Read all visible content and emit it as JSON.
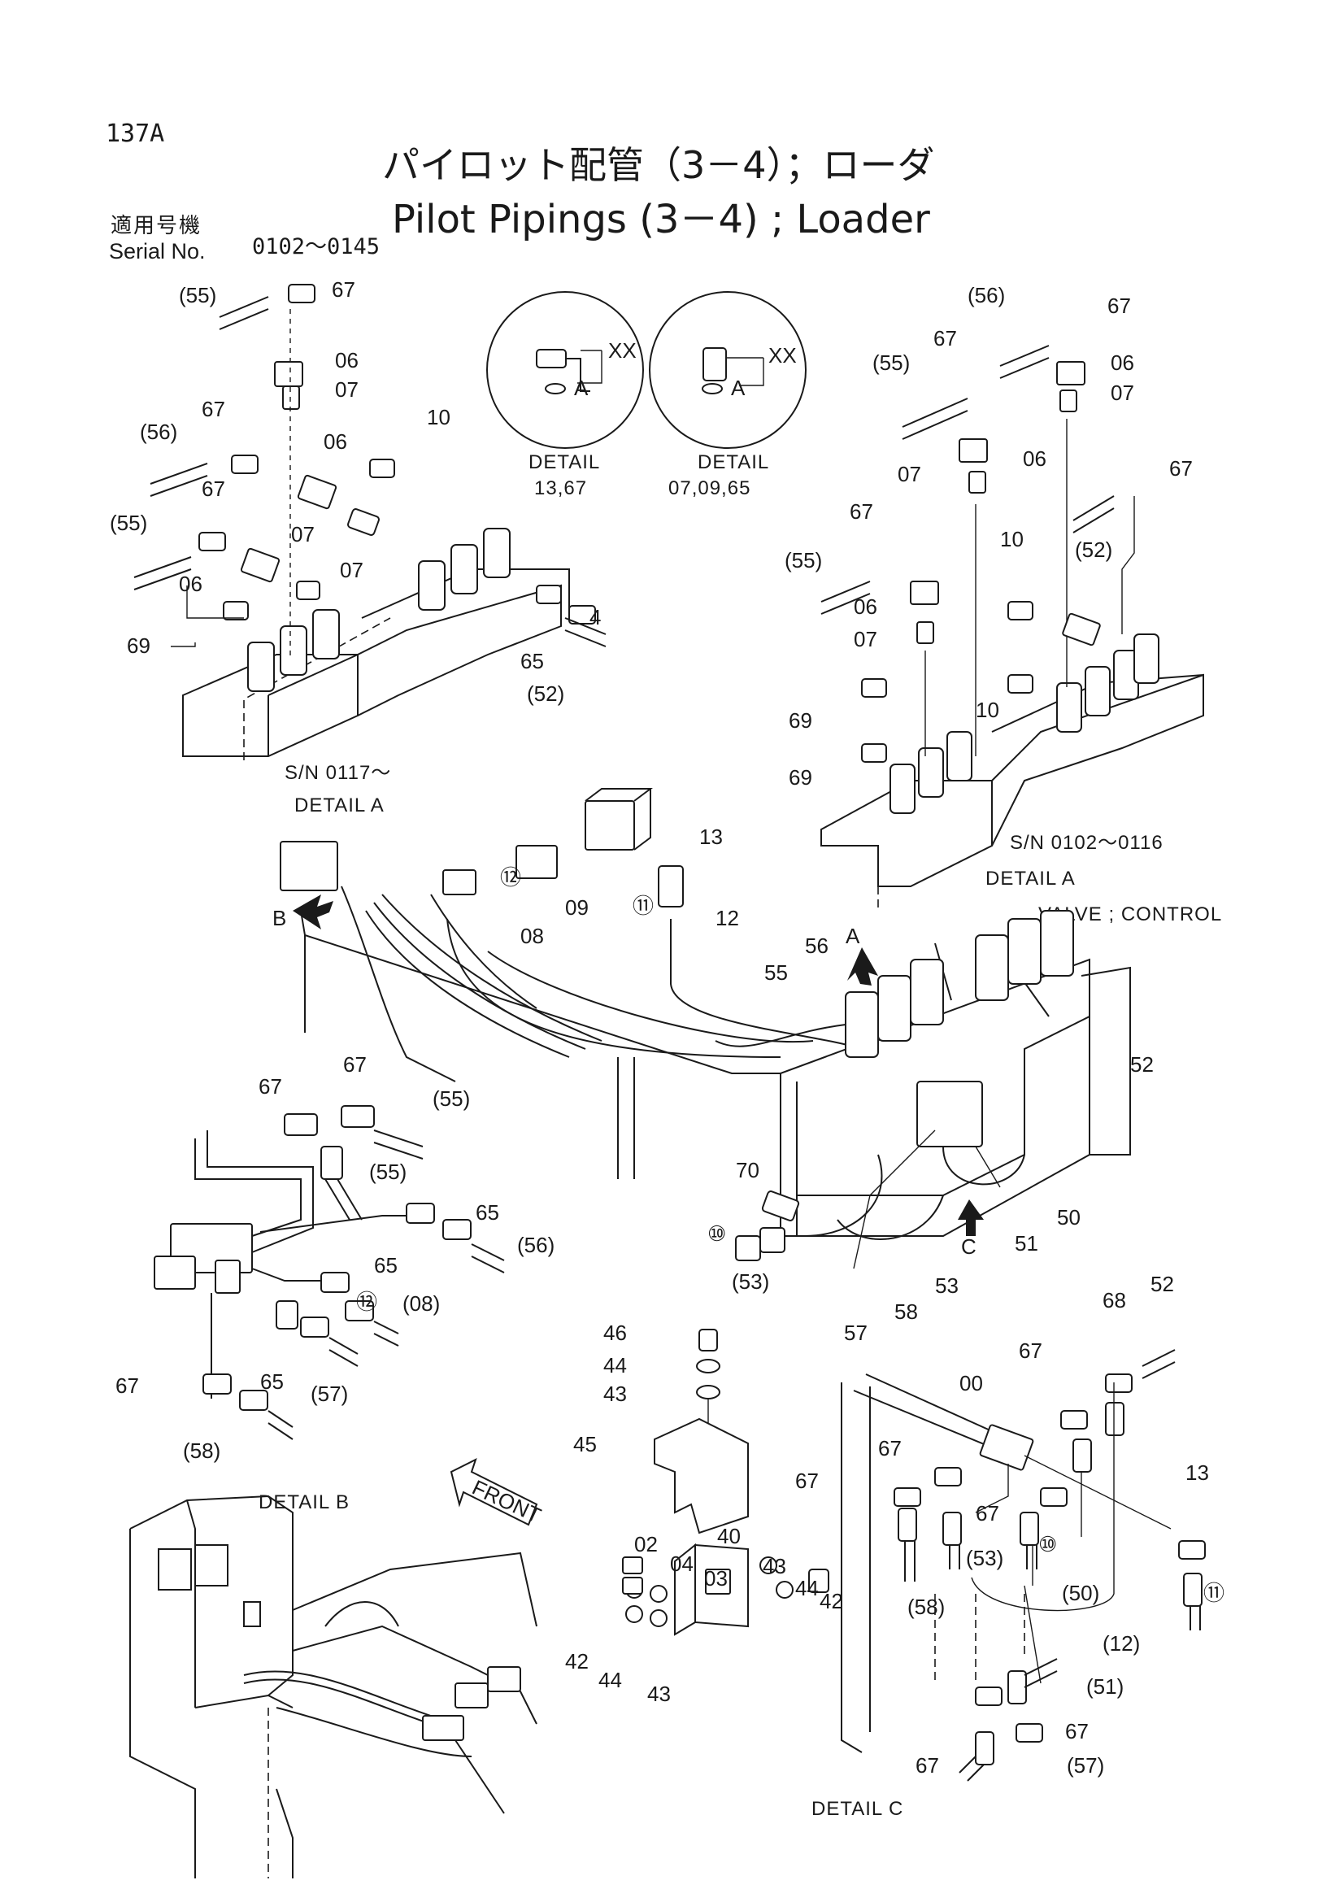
{
  "header": {
    "page_number": "137A",
    "title_jp": "パイロット配管（3－4）；ローダ",
    "title_en": "Pilot Pipings (3－4) ; Loader",
    "serial_label_jp": "適用号機",
    "serial_label_en": "Serial No.",
    "serial_range": "0102～0145"
  },
  "captions": {
    "detail_13_67": "DETAIL",
    "detail_13_67_num": "13,67",
    "detail_07_09_65": "DETAIL",
    "detail_07_09_65_num": "07,09,65",
    "sn_0117": "S/N  0117～",
    "detail_a_left": "DETAIL   A",
    "sn_0102_0116": "S/N  0102～0116",
    "detail_a_right": "DETAIL   A",
    "valve_control": "VALVE ; CONTROL",
    "detail_b": "DETAIL   B",
    "detail_c": "DETAIL   C",
    "front": "FRONT",
    "xx": "XX",
    "a": "A"
  },
  "callouts": {
    "c55a": "(55)",
    "c67a": "67",
    "c06a": "06",
    "c07a": "07",
    "c56a": "(56)",
    "c67b": "67",
    "c06b": "06",
    "c55b": "(55)",
    "c67c": "67",
    "c10a": "10",
    "c07b": "07",
    "c06c": "06",
    "c07c": "07",
    "c69a": "69",
    "c65a": "65",
    "c52a": "(52)",
    "c4a": "4",
    "c56b": "(56)",
    "c67d": "67",
    "c67e": "67",
    "c06d": "06",
    "c55c": "(55)",
    "c07d": "07",
    "c07e": "07",
    "c06e": "06",
    "c67f": "67",
    "c67g": "67",
    "c52b": "(52)",
    "c10b": "10",
    "c55d": "(55)",
    "c06f": "06",
    "c07f": "07",
    "c69b": "69",
    "c10c": "10",
    "c69c": "69",
    "c13a": "13",
    "c12a": "⑫",
    "c09": "09",
    "c11a": "⑪",
    "c12b": "12",
    "c08": "08",
    "cB": "B",
    "c56c": "56",
    "cA": "A",
    "c55e": "55",
    "c52c": "52",
    "c67h": "67",
    "c67i": "67",
    "c55f": "(55)",
    "c55g": "(55)",
    "c65b": "65",
    "c56d": "(56)",
    "c65c": "65",
    "c12c": "⑫",
    "c08b": "(08)",
    "c67j": "67",
    "c65d": "65",
    "c57a": "(57)",
    "c58a": "(58)",
    "c70": "70",
    "c10d": "⑩",
    "c53a": "(53)",
    "c53b": "53",
    "c50a": "50",
    "c51a": "51",
    "c58b": "58",
    "c57b": "57",
    "cC": "C",
    "c46": "46",
    "c44a": "44",
    "c43a": "43",
    "c45": "45",
    "c02": "02",
    "c04": "04",
    "c03": "03",
    "c40": "40",
    "c43b": "43",
    "c44b": "44",
    "c42a": "42",
    "c42b": "42",
    "c44c": "44",
    "c43c": "43",
    "c68": "68",
    "c52d": "52",
    "c00": "00",
    "c67k": "67",
    "c67l": "67",
    "c67m": "67",
    "c67n": "67",
    "c13b": "13",
    "c10e": "⑩",
    "c53c": "(53)",
    "c58c": "(58)",
    "c50b": "(50)",
    "c11b": "⑪",
    "c12d": "(12)",
    "c51b": "(51)",
    "c67o": "67",
    "c67p": "67",
    "c57c": "(57)"
  }
}
